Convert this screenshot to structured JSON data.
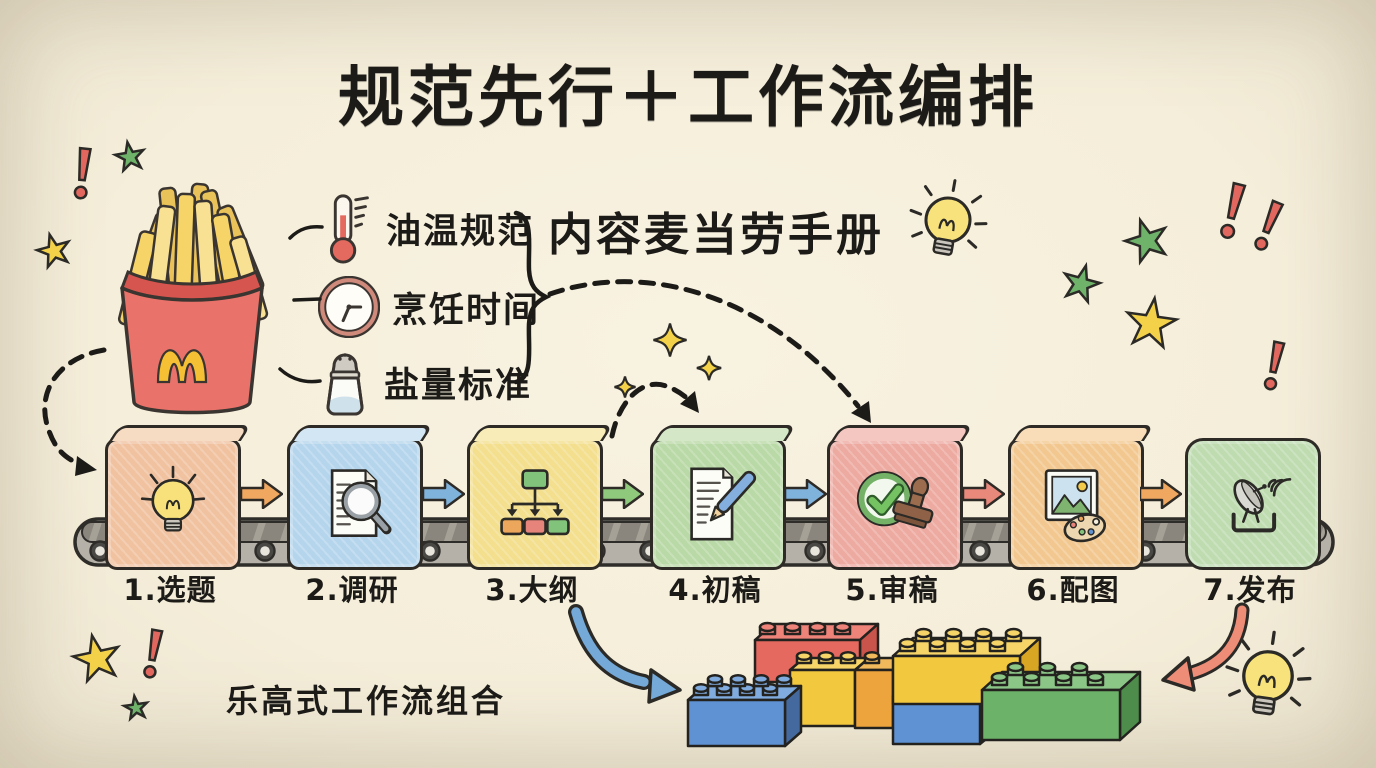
{
  "title": "规范先行＋工作流编排",
  "fries_panel": {
    "illustration": "mcdonalds-fries-icon",
    "spec_items": [
      {
        "icon": "thermometer-icon",
        "label": "油温规范"
      },
      {
        "icon": "clock-icon",
        "label": "烹饪时间"
      },
      {
        "icon": "salt-shaker-icon",
        "label": "盐量标准"
      }
    ],
    "handbook_label": "内容麦当劳手册",
    "handbook_icon": "lightbulb-icon"
  },
  "pipeline": {
    "steps": [
      {
        "label": "1.选题",
        "icon": "lightbulb-icon",
        "face_color": "#f0c2a0"
      },
      {
        "label": "2.调研",
        "icon": "magnifier-document-icon",
        "face_color": "#b5d5ec"
      },
      {
        "label": "3.大纲",
        "icon": "flowchart-icon",
        "face_color": "#f3df8d"
      },
      {
        "label": "4.初稿",
        "icon": "document-pen-icon",
        "face_color": "#b9d9a6"
      },
      {
        "label": "5.审稿",
        "icon": "check-stamp-icon",
        "face_color": "#edaaa1"
      },
      {
        "label": "6.配图",
        "icon": "image-palette-icon",
        "face_color": "#f2c890"
      },
      {
        "label": "7.发布",
        "icon": "satellite-dish-icon",
        "face_color": "#bedcb0"
      }
    ],
    "arrow_colors": [
      "#f0a860",
      "#7fb3dc",
      "#8fc97c",
      "#7fb3dc",
      "#e8897b",
      "#f0a860"
    ],
    "belt": "conveyor-belt"
  },
  "lego": {
    "label": "乐高式工作流组合",
    "illustration": "lego-bricks-icon",
    "brick_colors": [
      "#5e92d3",
      "#e5695f",
      "#f2c83e",
      "#eda43c",
      "#6cb369"
    ]
  },
  "decorations": [
    "star-icon",
    "exclamation-icon",
    "sparkle-icon",
    "lightbulb-icon"
  ],
  "palette": {
    "background": "#f6efdc",
    "ink": "#1c1b18",
    "belt_gray": "#b5b1a8",
    "fries_red": "#e9736a",
    "fries_yellow": "#f6d468",
    "star_yellow": "#f3d24a",
    "star_green": "#6fb36b",
    "exclaim_red": "#e2685f"
  }
}
